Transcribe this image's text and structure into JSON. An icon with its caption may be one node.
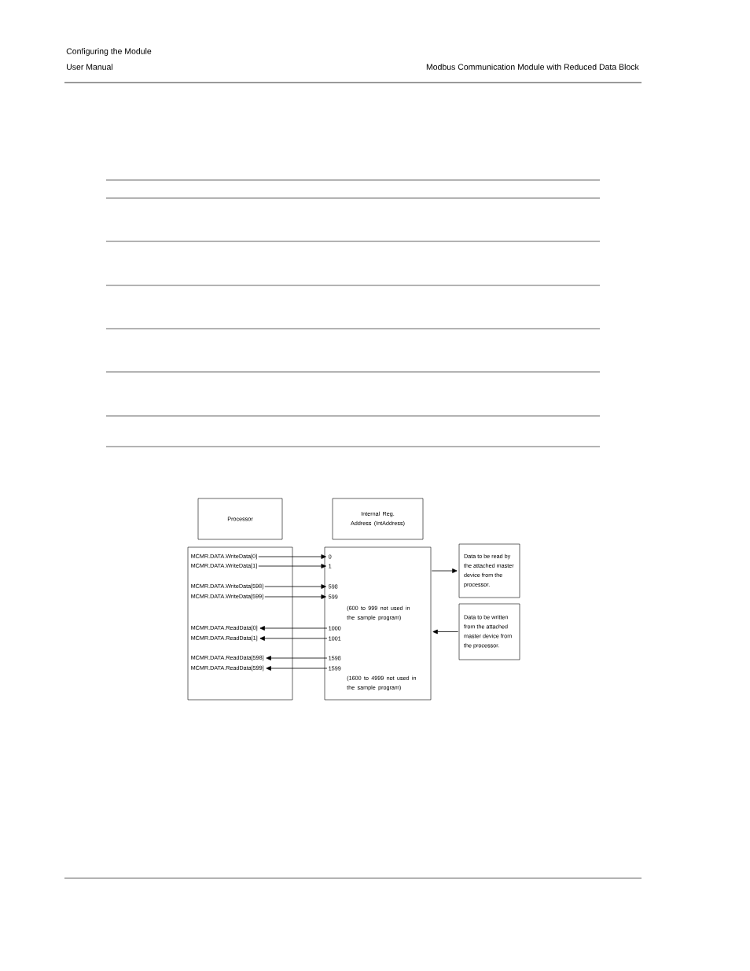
{
  "diagram": {
    "nodes": [
      {
        "text": [
          "Processor"
        ]
      },
      {
        "text": [
          "Internal Reg. Address (IntAddress)"
        ]
      },
      {
        "text": [],
        "shape": "box"
      },
      {
        "text": [
          "(600 to 999 not used in the sample program)",
          "(1600 to 4999 not used in the sample program)"
        ]
      },
      {
        "text": [
          "MCMR.DATA.WriteData[0]"
        ],
        "in": 2
      },
      {
        "text": [
          "MCMR.DATA.WriteData[1]"
        ],
        "in": 2
      },
      {
        "text": [
          "MCMR.DATA.WriteData[598]"
        ],
        "in": 2
      },
      {
        "text": [
          "MCMR.DATA.WriteData[599]"
        ],
        "in": 2
      },
      {
        "text": [
          "MCMR.DATA.ReadData[0]"
        ],
        "in": 2
      },
      {
        "text": [
          "MCMR.DATA.ReadData[1]"
        ],
        "in": 2
      },
      {
        "text": [
          "MCMR.DATA.ReadData[598]"
        ],
        "in": 2
      },
      {
        "text": [
          "MCMR.DATA.ReadData[599]"
        ],
        "in": 2
      },
      {
        "text": [
          "0"
        ],
        "in": 3
      },
      {
        "text": [
          "1"
        ],
        "in": 3
      },
      {
        "text": [
          "598"
        ],
        "in": 3
      },
      {
        "text": [
          "599"
        ],
        "in": 3
      },
      {
        "text": [
          "1000"
        ],
        "in": 3
      },
      {
        "text": [
          "1001"
        ],
        "in": 3
      },
      {
        "text": [
          "1598"
        ],
        "in": 3
      },
      {
        "text": [
          "1599"
        ],
        "in": 3
      },
      {
        "text": [
          "Data to be read by the attached master device from the processor."
        ]
      },
      {
        "text": [
          "Data to be written from the attached master device from the processor."
        ]
      }
    ],
    "edges": [
      {
        "from": 4,
        "to": 12,
        "arrow": "to"
      },
      {
        "from": 5,
        "to": 13,
        "arrow": "to"
      },
      {
        "from": 6,
        "to": 14,
        "arrow": "to"
      },
      {
        "from": 7,
        "to": 15,
        "arrow": "to"
      },
      {
        "from": 16,
        "to": 8,
        "arrow": "to"
      },
      {
        "from": 17,
        "to": 9,
        "arrow": "to"
      },
      {
        "from": 18,
        "to": 10,
        "arrow": "to"
      },
      {
        "from": 19,
        "to": 11,
        "arrow": "to"
      },
      {
        "from": 3,
        "to": 20,
        "arrow": "to"
      },
      {
        "from": 21,
        "to": 3,
        "arrow": "to"
      }
    ],
    "labels": [
      "Configuring the Module",
      "User Manual",
      "Modbus Communication Module with Reduced Data Block"
    ]
  }
}
